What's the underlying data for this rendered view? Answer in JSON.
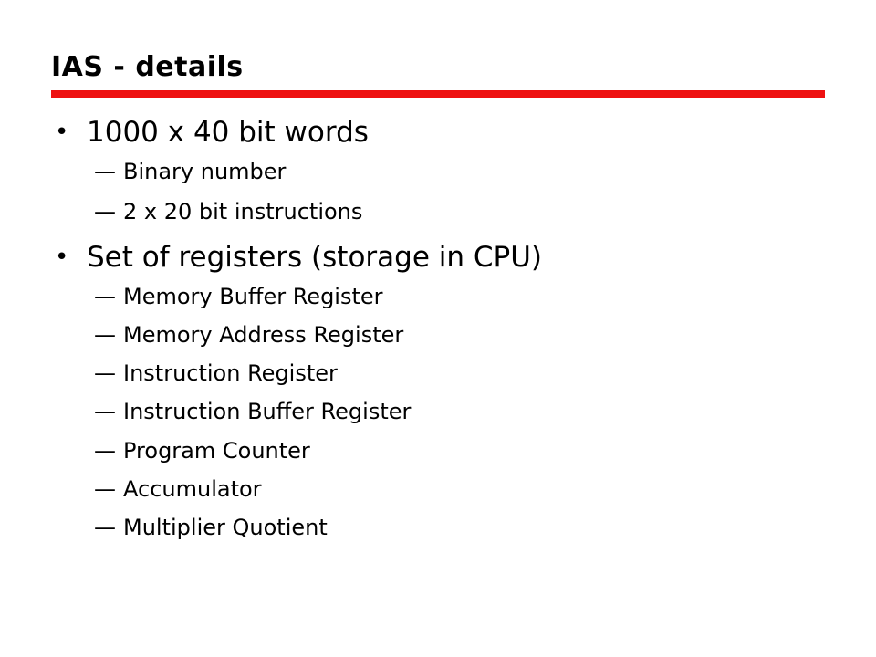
{
  "slide": {
    "title": "IAS - details",
    "accent_color": "#ee1111",
    "bullets": [
      {
        "text": "1000 x 40 bit words",
        "subitems": [
          "Binary number",
          "2 x 20 bit instructions"
        ]
      },
      {
        "text": "Set of registers (storage in CPU)",
        "subitems": [
          "Memory Buffer Register",
          "Memory Address Register",
          "Instruction Register",
          "Instruction Buffer Register",
          "Program Counter",
          "Accumulator",
          "Multiplier Quotient"
        ]
      }
    ],
    "bullet_glyph": "•",
    "dash_glyph": "—"
  }
}
